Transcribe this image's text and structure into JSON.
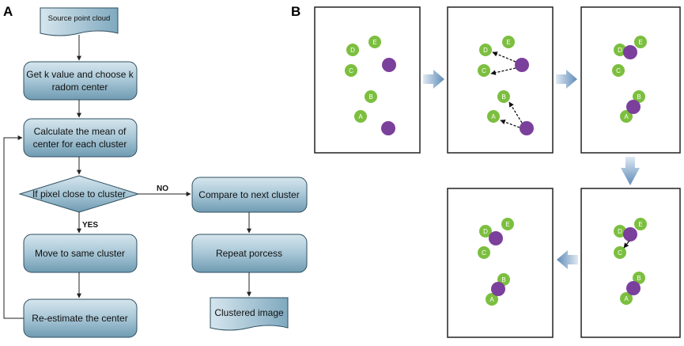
{
  "panels": {
    "a_label": "A",
    "b_label": "B"
  },
  "flowchart": {
    "source": "Source point cloud",
    "step1_line1": "Get k value and choose k",
    "step1_line2": "radom center",
    "step2_line1": "Calculate the mean of",
    "step2_line2": "center for each cluster",
    "decision": "If pixel close to cluster",
    "no_label": "NO",
    "yes_label": "YES",
    "yes_step": "Move to same cluster",
    "reestimate": "Re-estimate the center",
    "no_step": "Compare to next cluster",
    "repeat": "Repeat porcess",
    "output": "Clustered image"
  },
  "points": {
    "a": "A",
    "b": "B",
    "c": "C",
    "d": "D",
    "e": "E"
  },
  "colors": {
    "box_fill_top": "#c9dde8",
    "box_fill_bottom": "#7fa9bf",
    "box_stroke": "#2f4f60",
    "point_green": "#7cbf3f",
    "centroid_purple": "#7b3f9c",
    "panel_arrow": "#6f97c0"
  }
}
